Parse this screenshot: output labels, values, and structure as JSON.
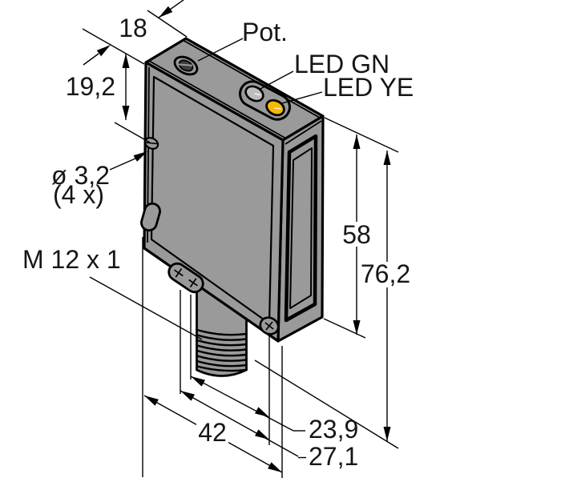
{
  "diagram": {
    "background": "#ffffff",
    "body_color": "#9a9a9a",
    "outline_color": "#000000",
    "led_yellow_color": "#f4b905",
    "led_green_lens_color": "#bdbdbd",
    "pot_hole_inner_color": "#3e3e3e",
    "labels": {
      "pot": "Pot.",
      "led_green": "LED GN",
      "led_yellow": "LED YE",
      "mount_hole_dia": "ø 3,2",
      "mount_hole_count": "(4 x)",
      "connector_thread": "M 12 x 1"
    },
    "dimensions": {
      "top_depth": "18",
      "pot_to_hole": "19,2",
      "body_height": "58",
      "overall_height": "76,2",
      "overall_depth": "42",
      "connector_offset_a": "23,9",
      "connector_offset_b": "27,1"
    }
  }
}
